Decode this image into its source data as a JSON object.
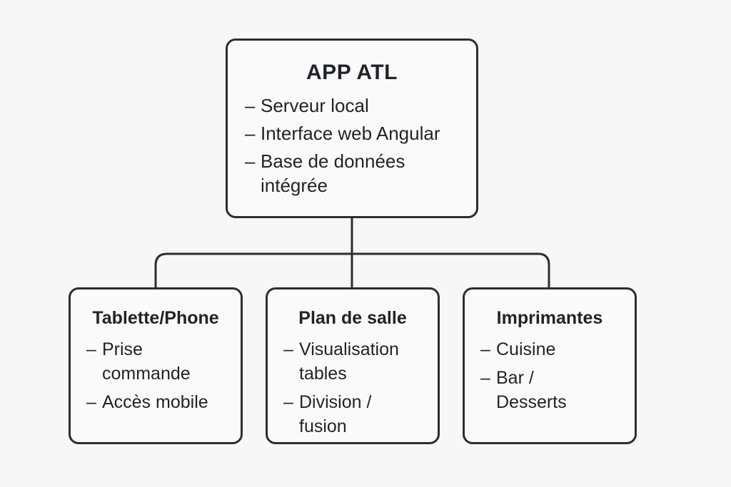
{
  "diagram": {
    "main": {
      "title": "APP ATL",
      "items": [
        "Serveur local",
        "Interface web Angular",
        "Base de données intégrée"
      ]
    },
    "children": [
      {
        "title": "Tablette/Phone",
        "items": [
          "Prise commande",
          "Accès mobile"
        ]
      },
      {
        "title": "Plan de salle",
        "items": [
          "Visualisation tables",
          "Division / fusion"
        ]
      },
      {
        "title": "Imprimantes",
        "items": [
          "Cuisine",
          "Bar / Desserts"
        ]
      }
    ],
    "bullet": "–",
    "colors": {
      "background": "#f7f7f7",
      "border": "#2b2f33",
      "text": "#1f2327"
    }
  }
}
